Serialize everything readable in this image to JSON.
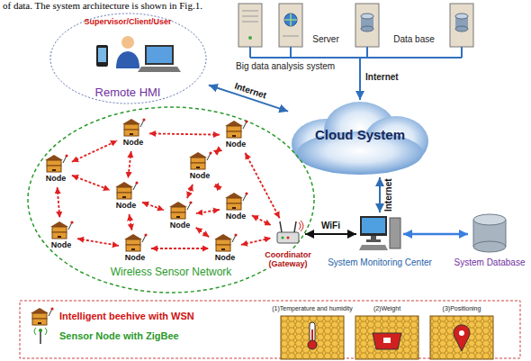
{
  "diagram": {
    "nodes": [
      {
        "text": [
          "Supervisor/Client/User",
          "Remote HMI"
        ]
      },
      {
        "text": [
          "Cloud System"
        ]
      },
      {
        "text": [
          "Wireless Sensor Network"
        ]
      },
      {
        "text": [
          "Node"
        ],
        "in": 2
      },
      {
        "text": [
          "Node"
        ],
        "in": 2
      },
      {
        "text": [
          "Node"
        ],
        "in": 2
      },
      {
        "text": [
          "Node"
        ],
        "in": 2
      },
      {
        "text": [
          "Node"
        ],
        "in": 2
      },
      {
        "text": [
          "Node"
        ],
        "in": 2
      },
      {
        "text": [
          "Node"
        ],
        "in": 2
      },
      {
        "text": [
          "Node"
        ],
        "in": 2
      },
      {
        "text": [
          "Node"
        ],
        "in": 2
      },
      {
        "text": [
          "Node"
        ],
        "in": 2
      },
      {
        "text": [
          "Coordinator (Gateway)"
        ],
        "in": 2
      },
      {
        "text": [
          "System Monitoring Center"
        ]
      },
      {
        "text": [
          "System Database"
        ]
      }
    ],
    "edges": [
      {
        "from": 0,
        "to": 1,
        "arrow": "both",
        "label": "Internet"
      },
      {
        "from": 1,
        "to": 14,
        "arrow": "both",
        "label": "Internet"
      },
      {
        "from": 13,
        "to": 14,
        "arrow": "both",
        "label": "WiFi"
      },
      {
        "from": 14,
        "to": 15,
        "arrow": "both"
      },
      {
        "from": 3,
        "to": 4,
        "arrow": "both"
      },
      {
        "from": 4,
        "to": 5,
        "arrow": "both"
      },
      {
        "from": 5,
        "to": 6,
        "arrow": "both"
      },
      {
        "from": 4,
        "to": 7,
        "arrow": "both"
      },
      {
        "from": 3,
        "to": 7,
        "arrow": "both"
      },
      {
        "from": 3,
        "to": 9,
        "arrow": "both"
      },
      {
        "from": 7,
        "to": 12,
        "arrow": "both"
      },
      {
        "from": 7,
        "to": 10,
        "arrow": "both"
      },
      {
        "from": 9,
        "to": 10,
        "arrow": "both"
      },
      {
        "from": 10,
        "to": 11,
        "arrow": "both"
      },
      {
        "from": 12,
        "to": 11,
        "arrow": "both"
      },
      {
        "from": 6,
        "to": 8,
        "arrow": "both"
      },
      {
        "from": 6,
        "to": 12,
        "arrow": "both"
      },
      {
        "from": 8,
        "to": 12,
        "arrow": "both"
      },
      {
        "from": 8,
        "to": 13,
        "arrow": "both"
      },
      {
        "from": 11,
        "to": 13,
        "arrow": "both"
      },
      {
        "from": 5,
        "to": 13,
        "arrow": "both"
      }
    ],
    "labels": [
      "of data. The system architecture is shown in Fig.1.",
      "Server",
      "Data base",
      "Big data analysis system",
      "Internet",
      "(1)Temperature and humidity",
      "(2)Weight",
      "(3)Positioning"
    ],
    "legend": [
      {
        "text": "Intelligent beehive with WSN"
      },
      {
        "text": "Sensor Node with ZigBee"
      }
    ]
  }
}
